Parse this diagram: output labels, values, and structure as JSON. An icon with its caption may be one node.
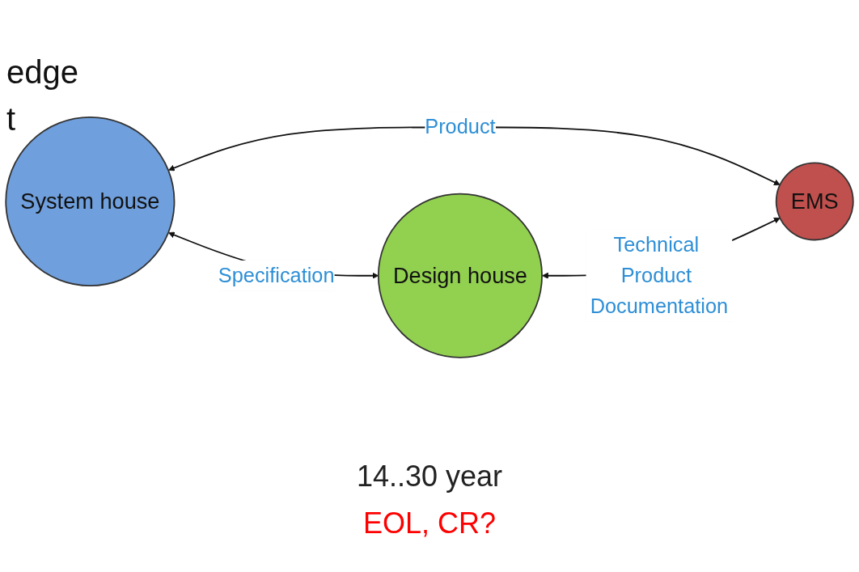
{
  "diagram": {
    "nodes": [
      {
        "text": [
          "System house"
        ]
      },
      {
        "text": [
          "Design house"
        ]
      },
      {
        "text": [
          "EMS"
        ]
      }
    ],
    "edges": [
      {
        "from": 0,
        "to": 1,
        "arrow": "both",
        "label": "Specification"
      },
      {
        "from": 0,
        "to": 2,
        "arrow": "both",
        "label": "Product"
      },
      {
        "from": 1,
        "to": 2,
        "arrow": "both",
        "label": "Technical Product Documentation"
      }
    ],
    "labels": [
      "edge",
      "t",
      "14..30 year",
      "EOL, CR?"
    ]
  }
}
